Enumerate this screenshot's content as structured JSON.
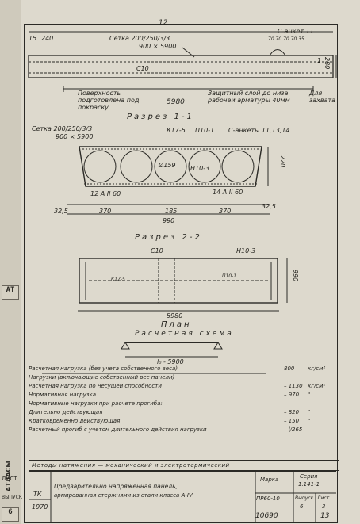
{
  "binder": {
    "tabs": [
      "AT",
      "6"
    ],
    "vertical_text": "АТЛАСЫ",
    "side_labels": [
      "ЛИСТ",
      "ВЫПУСК",
      "6"
    ]
  },
  "header": {
    "top_dim": "12",
    "dims_left": [
      "15",
      "240"
    ],
    "setka_top": "Сетка 200/250/3/3",
    "setka_top_size": "900 × 5900",
    "snaket": "С-анкет 11",
    "dim_chain": "70 70 70 70 35",
    "c10_top": "С10",
    "dim_280_right": "280",
    "pokraska": "Поверхность подготовлена под покраску",
    "zashitny": "Защитный слой до низа рабочей арматуры 40мм",
    "dlya_zahvata": "Для захвата",
    "len_top": "5980",
    "dim_1": "1"
  },
  "section1": {
    "title": "Разрез 1-1",
    "setka": "Сетка 200/250/3/3",
    "setka_size": "900 × 5900",
    "k17": "К17-5",
    "p10": "П10-1",
    "c_anket": "С-анкеты 11,13,14",
    "d159": "Ø159",
    "h10": "Н10-3",
    "dim_220": "220",
    "bar12": "12 А II 60",
    "bar14": "14 А II 60",
    "dims": [
      "32,5",
      "370",
      "185",
      "370",
      "32,5"
    ],
    "total": "990"
  },
  "section2": {
    "title": "Разрез 2-2",
    "c10": "С10",
    "h10": "Н10-3",
    "k17": "К17-5",
    "p10": "П10-1",
    "dim_990": "990",
    "len": "5980",
    "plan": "План"
  },
  "scheme": {
    "title": "Расчетная схема",
    "span": "l₀ - 5900"
  },
  "loads": [
    {
      "text": "Расчетная нагрузка (без учета собственного веса) —",
      "value": "800",
      "unit": "кг/см²"
    },
    {
      "text": "Нагрузки (включающие собственный вес панели)",
      "value": "",
      "unit": ""
    },
    {
      "text": "Расчетная нагрузка по несущей способности",
      "value": "– 1130",
      "unit": "кг/см²"
    },
    {
      "text": "Нормативная нагрузка",
      "value": "– 970",
      "unit": "\""
    },
    {
      "text": "Нормативные нагрузки при расчете прогиба:",
      "value": "",
      "unit": ""
    },
    {
      "text": "Длительно действующая",
      "value": "– 820",
      "unit": "\""
    },
    {
      "text": "Кратковременно действующая",
      "value": "– 150",
      "unit": "\""
    },
    {
      "text": "Расчетный прогиб с учетом длительного действия нагрузки",
      "value": "– l/265",
      "unit": ""
    }
  ],
  "methods": "Методы натяжения — механический и электротермический",
  "stamp": {
    "tk": "ТК",
    "year": "1970",
    "title_line1": "Предварительно напряженная панель,",
    "title_line2": "армированная стержнями из стали класса А-IV",
    "marka_label": "Марка",
    "marka": "ПР60-10",
    "seria_label": "Серия",
    "seria": "1.141-1",
    "vypusk_label": "Выпуск",
    "vypusk": "6",
    "list_label": "Лист",
    "list": "3"
  },
  "footer": {
    "code": "10690",
    "page": "13"
  }
}
